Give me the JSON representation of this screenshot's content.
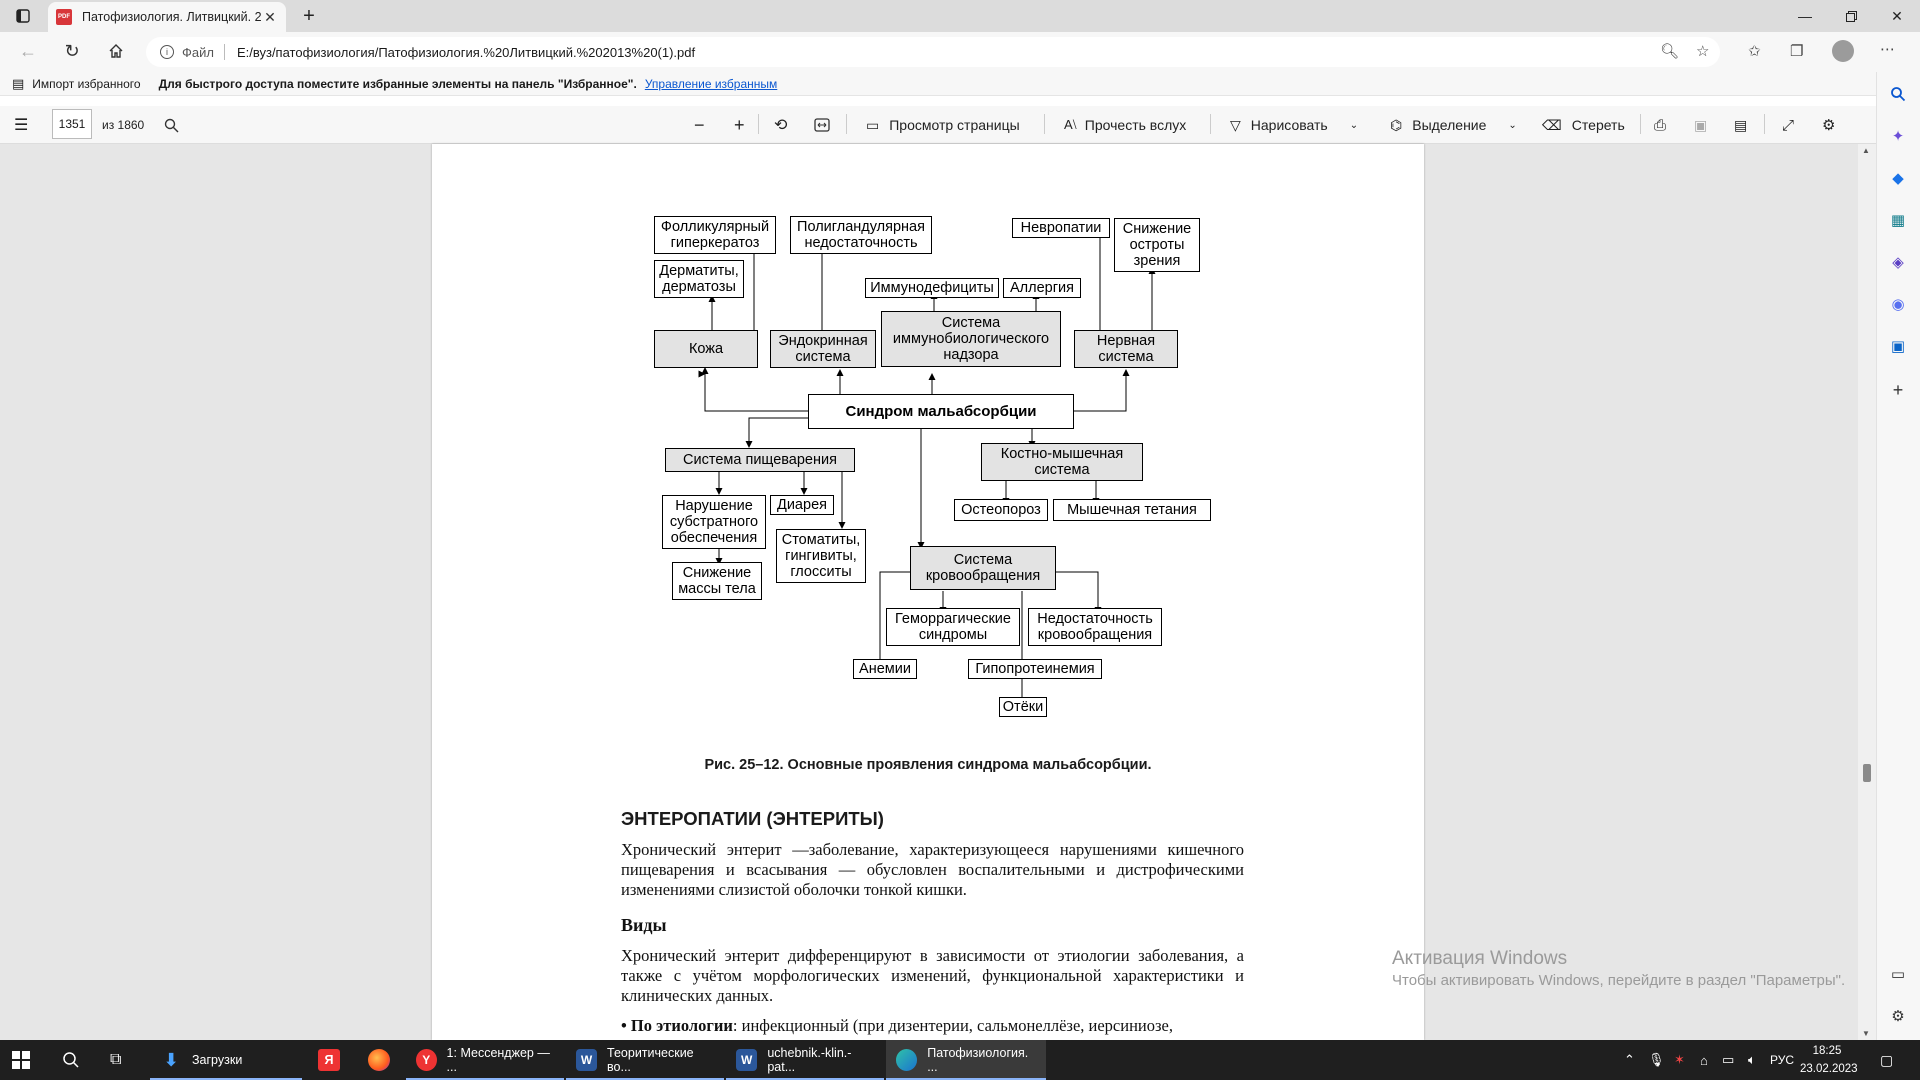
{
  "browser": {
    "tab_title": "Патофизиология. Литвицкий. 2013 (1).pdf",
    "tab_icon": "PDF",
    "address_protocol": "Файл",
    "address_url": "E:/вуз/патофизиология/Патофизиология.%20Литвицкий.%202013%20(1).pdf"
  },
  "favorites_bar": {
    "import": "Импорт избранного",
    "hint": "Для быстрого доступа поместите избранные элементы на панель \"Избранное\".",
    "manage": "Управление избранным"
  },
  "pdf_toolbar": {
    "page_current": "1351",
    "page_total": "из 1860",
    "page_view": "Просмотр страницы",
    "read_aloud": "Прочесть вслух",
    "draw": "Нарисовать",
    "highlight": "Выделение",
    "erase": "Стереть"
  },
  "diagram": {
    "center": "Синдром мальабсорбции",
    "skin": "Кожа",
    "follicular": "Фолликулярный\nгиперкератоз",
    "dermatitis": "Дерматиты,\nдерматозы",
    "endocrine": "Эндокринная\nсистема",
    "polyglandular": "Полигландулярная\nнедостаточность",
    "immuno": "Система\nиммунобиологического\nнадзора",
    "immunodef": "Иммунодефициты",
    "allergy": "Аллергия",
    "nervous": "Нервная\nсистема",
    "neuropathy": "Невропатии",
    "vision": "Снижение\nостроты\nзрения",
    "digestive": "Система пищеварения",
    "substrate": "Нарушение\nсубстратного\nобеспечения",
    "diarrhea": "Диарея",
    "stomatitis": "Стоматиты,\nгингивиты,\nглосситы",
    "weight": "Снижение\nмассы тела",
    "musculo": "Костно-мышечная\nсистема",
    "osteoporosis": "Остеопороз",
    "tetany": "Мышечная тетания",
    "circulatory": "Система\nкровообращения",
    "hemorrhagic": "Геморрагические\nсиндромы",
    "insufficiency": "Недостаточность\nкровообращения",
    "anemia": "Анемии",
    "hypoprotein": "Гипопротеинемия",
    "edema": "Отёки"
  },
  "document": {
    "caption": "Рис. 25–12. Основные проявления синдрома мальабсорбции.",
    "heading": "ЭНТЕРОПАТИИ (ЭНТЕРИТЫ)",
    "para1": "Хронический энтерит —заболевание, характеризующееся нарушениями кишечного пищеварения и всасывания — обусловлен воспалительными и дистрофическими изменениями слизистой оболочки тонкой кишки.",
    "subheading": "Виды",
    "para2": "Хронический энтерит дифференцируют в зависимости от этиологии заболевания, а также с учётом морфологических изменений, функциональной характеристики и клинических данных.",
    "bullet_label": "• По этиологии",
    "bullet_text": ": инфекционный (при дизентерии, сальмонеллёзе, иерсиниозе,"
  },
  "watermark": {
    "title": "Активация Windows",
    "subtitle": "Чтобы активировать Windows, перейдите в раздел \"Параметры\"."
  },
  "taskbar": {
    "apps": [
      "Загрузки",
      "1: Мессенджер — ...",
      "Теоритические во...",
      "uchebnik.-klin.-pat...",
      "Патофизиология. ..."
    ],
    "language": "РУС",
    "time": "18:25",
    "date": "23.02.2023"
  }
}
